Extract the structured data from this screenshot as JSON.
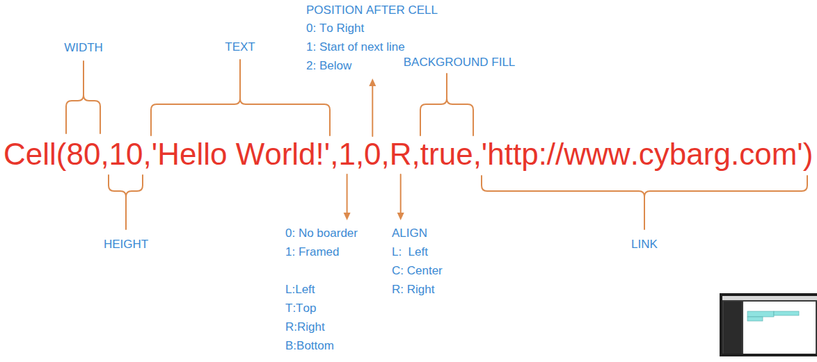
{
  "diagram": {
    "labels": [
      "POSITION AFTER CELL",
      "0: To Right",
      "1: Start of next line",
      "2: Below",
      "WIDTH",
      "TEXT",
      "BACKGROUND FILL",
      "Cell(80,10,'Hello World!',1,0,R,true,'http://www.cybarg.com')",
      "HEIGHT",
      "0: No boarder",
      "1: Framed",
      "L:Left",
      "T:Top",
      "R:Right",
      "B:Bottom",
      "ALIGN",
      "L:  Left",
      "C: Center",
      "R: Right",
      "LINK"
    ]
  }
}
